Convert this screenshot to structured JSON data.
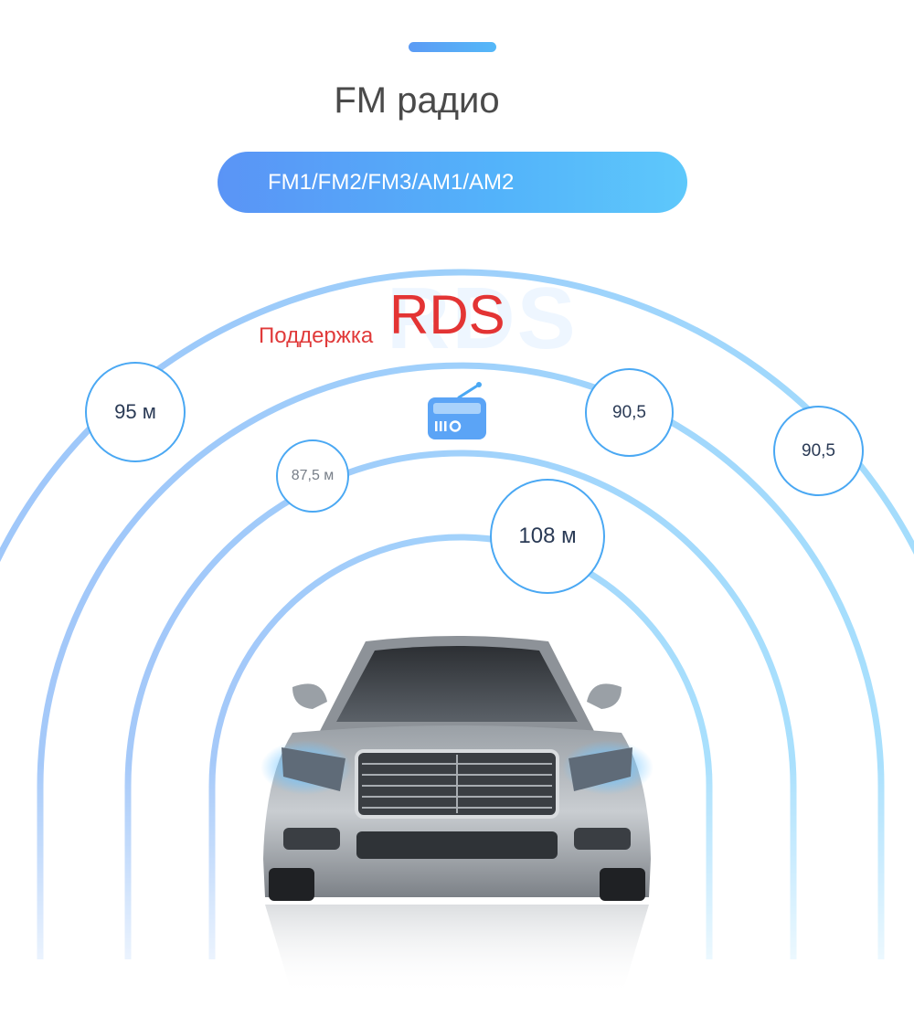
{
  "header": {
    "title": "FM радио"
  },
  "bands": {
    "label": "FM1/FM2/FM3/AM1/AM2"
  },
  "rds": {
    "support_label": "Поддержка",
    "rds_label": "RDS"
  },
  "frequencies": [
    "95 м",
    "90,5",
    "90,5",
    "87,5 м",
    "108 м"
  ],
  "icons": [
    "radio-icon",
    "car-image"
  ],
  "colors": {
    "accent_blue": "#4aa8f3",
    "pill_start": "#5a94f6",
    "pill_end": "#5ec8fb",
    "rds_red": "#e33434"
  }
}
